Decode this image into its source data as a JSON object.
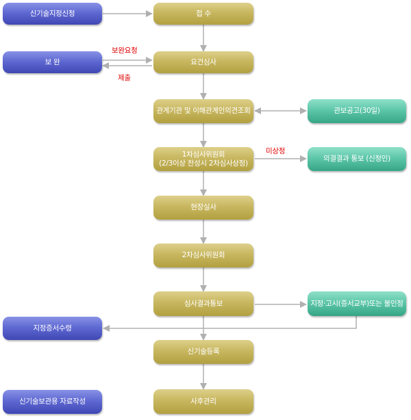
{
  "main_flow": {
    "receipt": "접  수",
    "requirement_review": "요건심사",
    "consultation": "관계기관 및 이해관계인의견조회",
    "committee1_line1": "1차심사위원회",
    "committee1_line2": "(2/3이상 찬성시 2차심사상정)",
    "site_inspection": "현장실사",
    "committee2": "2차심사위원회",
    "result_notice": "심사결과통보",
    "registration": "신기술등록",
    "follow_up": "사후관리"
  },
  "side_left": {
    "application": "신기술지정신청",
    "supplement": "보  완",
    "certificate": "지정증서수령",
    "promotion": "신기술보관용 자료작성"
  },
  "side_right": {
    "gazette": "관보공고(30일)",
    "result_applicant": "의결결과 통보 (신청인)",
    "designation_notice": "지정·고시(증서교부)또는 불인정"
  },
  "labels": {
    "supplement_request": "보완요청",
    "submission": "제출",
    "not_submitted": "미상정"
  },
  "colors": {
    "main_box": "#c8b760",
    "left_box": "#5f69d2",
    "right_box": "#5ec7a9",
    "connector": "#b0b0b0",
    "label_red": "#e00000"
  }
}
